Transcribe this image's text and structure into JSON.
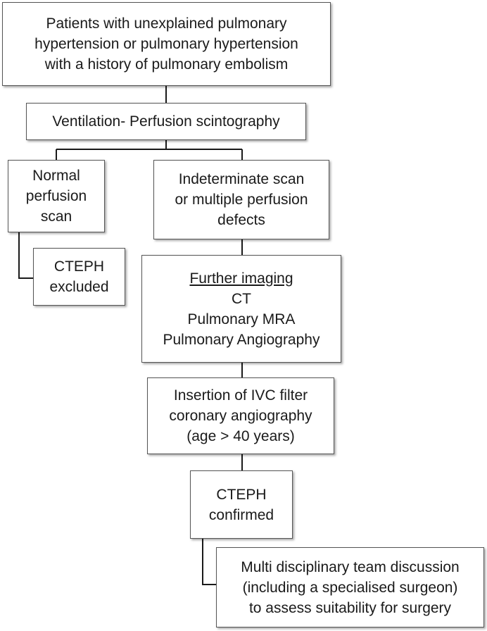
{
  "diagram": {
    "colors": {
      "line": "#1a1a1a",
      "box_border": "#555555",
      "text": "#1a1a1a"
    },
    "boxes": {
      "start": [
        "Patients with unexplained pulmonary",
        "hypertension or pulmonary hypertension",
        "with a history of pulmonary embolism"
      ],
      "vq_scan": [
        "Ventilation- Perfusion scintography"
      ],
      "normal_scan": [
        "Normal",
        "perfusion",
        "scan"
      ],
      "indeterminate": [
        "Indeterminate scan",
        "or multiple perfusion",
        "defects"
      ],
      "cteph_excluded": [
        "CTEPH",
        "excluded"
      ],
      "further_imaging": {
        "heading": "Further imaging",
        "items": [
          "CT",
          "Pulmonary MRA",
          "Pulmonary Angiography"
        ]
      },
      "ivc_filter": [
        "Insertion of IVC filter",
        "coronary angiography",
        "(age > 40 years)"
      ],
      "cteph_confirmed": [
        "CTEPH",
        "confirmed"
      ],
      "mdt": [
        "Multi disciplinary team discussion",
        "(including a specialised surgeon)",
        "to assess suitability for surgery"
      ]
    }
  }
}
